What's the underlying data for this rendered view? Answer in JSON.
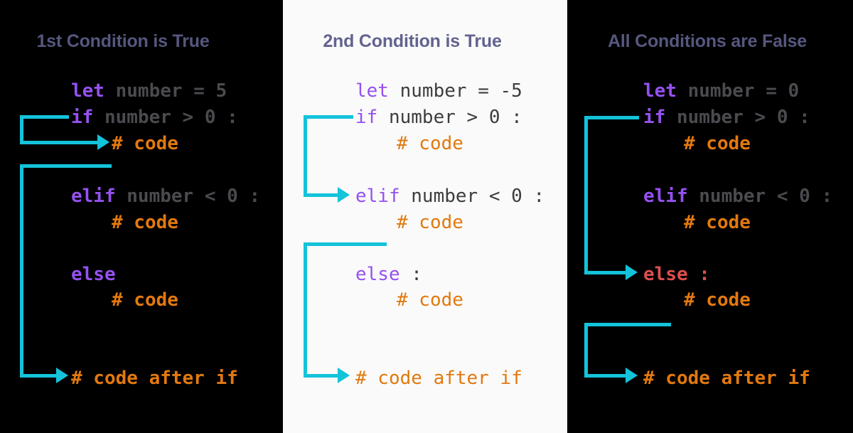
{
  "panels": [
    {
      "id": "first-condition-true",
      "title": "1st Condition is True",
      "code_lines": [
        {
          "segments": [
            {
              "text": "let",
              "role": "keyword"
            },
            {
              "text": " number = 5",
              "role": "plain"
            }
          ]
        },
        {
          "segments": [
            {
              "text": "if",
              "role": "keyword"
            },
            {
              "text": " number > 0 :",
              "role": "plain"
            }
          ]
        },
        {
          "segments": [
            {
              "text": "# code",
              "role": "comment"
            }
          ]
        },
        {
          "segments": [
            {
              "text": "elif",
              "role": "keyword"
            },
            {
              "text": " number < 0 :",
              "role": "plain"
            }
          ]
        },
        {
          "segments": [
            {
              "text": "# code",
              "role": "comment"
            }
          ]
        },
        {
          "segments": [
            {
              "text": "else",
              "role": "keyword"
            }
          ]
        },
        {
          "segments": [
            {
              "text": "# code",
              "role": "comment"
            }
          ]
        },
        {
          "segments": [
            {
              "text": "# code after if",
              "role": "comment"
            }
          ]
        }
      ]
    },
    {
      "id": "second-condition-true",
      "title": "2nd Condition is True",
      "code_lines": [
        {
          "segments": [
            {
              "text": "let",
              "role": "keyword"
            },
            {
              "text": " number = -5",
              "role": "plain"
            }
          ]
        },
        {
          "segments": [
            {
              "text": "if",
              "role": "keyword"
            },
            {
              "text": " number > 0 :",
              "role": "plain"
            }
          ]
        },
        {
          "segments": [
            {
              "text": "# code",
              "role": "comment"
            }
          ]
        },
        {
          "segments": [
            {
              "text": "elif",
              "role": "keyword"
            },
            {
              "text": " number < 0 :",
              "role": "plain"
            }
          ]
        },
        {
          "segments": [
            {
              "text": "# code",
              "role": "comment"
            }
          ]
        },
        {
          "segments": [
            {
              "text": "else",
              "role": "keyword"
            },
            {
              "text": " :",
              "role": "plain"
            }
          ]
        },
        {
          "segments": [
            {
              "text": "# code",
              "role": "comment"
            }
          ]
        },
        {
          "segments": [
            {
              "text": "# code after if",
              "role": "comment"
            }
          ]
        }
      ]
    },
    {
      "id": "all-conditions-false",
      "title": "All Conditions are False",
      "code_lines": [
        {
          "segments": [
            {
              "text": "let",
              "role": "keyword"
            },
            {
              "text": " number = 0",
              "role": "plain"
            }
          ]
        },
        {
          "segments": [
            {
              "text": "if",
              "role": "keyword"
            },
            {
              "text": " number > 0 :",
              "role": "plain"
            }
          ]
        },
        {
          "segments": [
            {
              "text": "# code",
              "role": "comment"
            }
          ]
        },
        {
          "segments": [
            {
              "text": "elif",
              "role": "keyword"
            },
            {
              "text": " number < 0 :",
              "role": "plain"
            }
          ]
        },
        {
          "segments": [
            {
              "text": "# code",
              "role": "comment"
            }
          ]
        },
        {
          "segments": [
            {
              "text": "else :",
              "role": "else-highlight"
            }
          ]
        },
        {
          "segments": [
            {
              "text": "# code",
              "role": "comment"
            }
          ]
        },
        {
          "segments": [
            {
              "text": "# code after if",
              "role": "comment"
            }
          ]
        }
      ]
    }
  ],
  "colors": {
    "background": "#000000",
    "card_background": "#fafafa",
    "title_side": "#56577e",
    "title_mid": "#63638f",
    "keyword_purple": "#9551f0",
    "code_gray_side": "#4a4a4f",
    "code_gray_mid": "#3d3d3d",
    "comment_orange": "#e2790f",
    "else_red": "#dd4f4f",
    "arrow_cyan": "#13c3da"
  }
}
